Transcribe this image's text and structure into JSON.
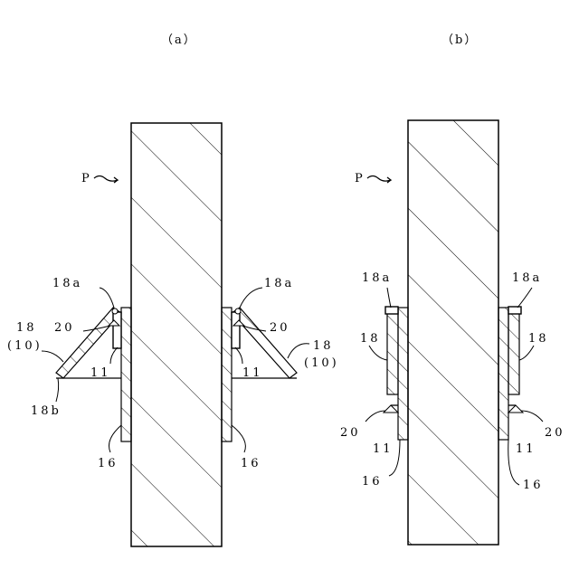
{
  "panel_a": {
    "caption": "（a）",
    "label_P": "P",
    "label_18a_left": "18a",
    "label_18a_right": "18a",
    "label_20_left": "20",
    "label_20_right": "20",
    "label_18_10_left_line1": "18",
    "label_18_10_left_line2": "(10)",
    "label_18_10_right_line1": "18",
    "label_18_10_right_line2": "(10)",
    "label_11_left": "11",
    "label_11_right": "11",
    "label_18b": "18b",
    "label_16_left": "16",
    "label_16_right": "16"
  },
  "panel_b": {
    "caption": "（b）",
    "label_P": "P",
    "label_18a_left": "18a",
    "label_18a_right": "18a",
    "label_18_left": "18",
    "label_18_right": "18",
    "label_20_left": "20",
    "label_20_right": "20",
    "label_11_left": "11",
    "label_11_right": "11",
    "label_16_left": "16",
    "label_16_right": "16"
  }
}
